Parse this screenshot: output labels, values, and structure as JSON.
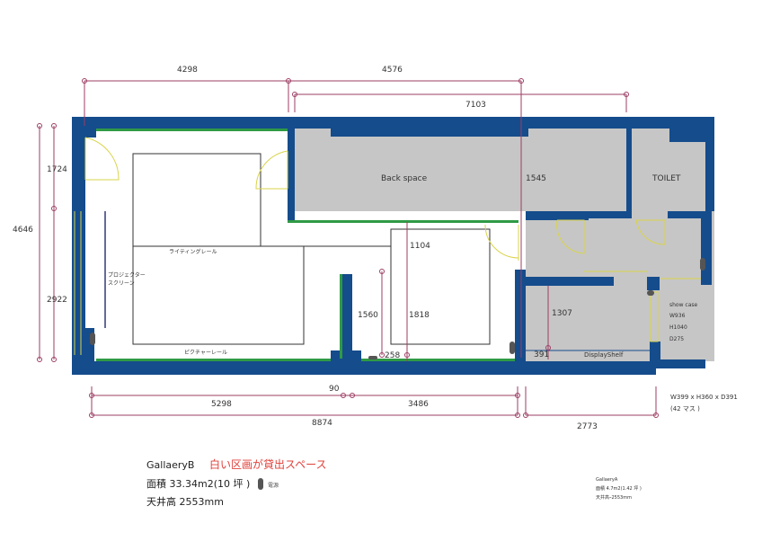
{
  "dimensions": {
    "top_left": "4298",
    "top_mid": "4576",
    "top_inner": "7103",
    "left_outer": "4646",
    "left_upper": "1724",
    "left_lower": "2922",
    "back_height": "1545",
    "mid_1104": "1104",
    "mid_1560": "1560",
    "mid_1818": "1818",
    "col_258": "258",
    "sc_1307": "1307",
    "shelf_391": "391",
    "bottom_90": "90",
    "bottom_5298": "5298",
    "bottom_3486": "3486",
    "bottom_8874": "8874",
    "bottom_2773": "2773"
  },
  "rooms": {
    "back_space": "Back space",
    "toilet": "TOILET",
    "lighting_rail": "ライティングレール",
    "projector_screen_1": "プロジェクター",
    "projector_screen_2": "スクリーン",
    "picture_rail": "ピクチャーレール",
    "display_shelf": "DisplayShelf",
    "show_case": [
      "show case",
      "W936",
      "H1040",
      "D275"
    ],
    "shelf_size": "W399 x H360 x D391",
    "shelf_count": "(42 マス )"
  },
  "legend": {
    "gallery_b": "GallaeryB",
    "rental_note": "白い区画が貸出スペース",
    "area": "面積 33.34m2(10 坪 )",
    "ceiling": "天井高 2553mm",
    "outlet": "電源",
    "gallery_a": "GallaeryA",
    "gallery_a_area": "面積 4.7m2(1.42 坪 )",
    "gallery_a_ceiling": "天井高ｰ2553mm"
  },
  "colors": {
    "wall": "#154c8c",
    "accent_red": "#e0403a",
    "dimension": "#9c3d63"
  }
}
